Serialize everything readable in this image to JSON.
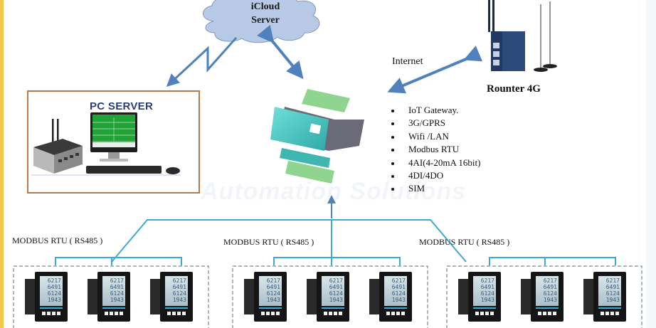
{
  "diagram": {
    "cloud": {
      "line1": "iCloud",
      "line2": "Server",
      "icon": "cloud-icon",
      "color": "#b8c9e6"
    },
    "pc_server": {
      "title": "PC SERVER",
      "icon": "desktop-computer-icon",
      "frame_color": "#b87a4a",
      "screen_color": "#22a338"
    },
    "gateway": {
      "icon": "iot-gateway-device-icon",
      "body_color": "#4fc7c0",
      "terminal_color": "#8fd48f"
    },
    "internet": {
      "label": "Internet"
    },
    "router": {
      "label": "Rounter 4G",
      "icon": "4g-router-icon"
    },
    "features": [
      "IoT Gateway.",
      "3G/GPRS",
      "Wifi /LAN",
      "Modbus RTU",
      "4AI(4-20mA 16bit)",
      "4DI/4DO",
      "SIM"
    ],
    "watermark": "Automation Solutions",
    "bus_color": "#3ea9d1",
    "arrow_color": "#4f82bd",
    "modbus_groups": [
      {
        "label": "MODBUS RTU ( RS485 )",
        "meters": 3
      },
      {
        "label": "MODBUS RTU ( RS485 )",
        "meters": 3
      },
      {
        "label": "MODBUS RTU ( RS485 )",
        "meters": 3
      }
    ],
    "meter": {
      "icon": "power-meter-icon",
      "readings": [
        "6217",
        "6491",
        "6124",
        "1943"
      ]
    }
  }
}
